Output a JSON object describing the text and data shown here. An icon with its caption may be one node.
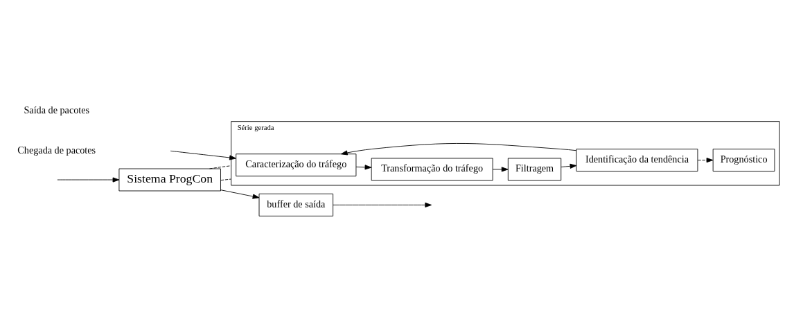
{
  "diagram": {
    "nodes": [
      {
        "text": [
          "Sistema ProgCon"
        ]
      },
      {
        "text": [
          "buffer de saída"
        ]
      },
      {
        "text": [
          "Série gerada"
        ]
      },
      {
        "text": [
          "Caracterização do tráfego"
        ],
        "in": 2
      },
      {
        "text": [
          "Transformação do tráfego"
        ],
        "in": 2
      },
      {
        "text": [
          "Filtragem"
        ],
        "in": 2
      },
      {
        "text": [
          "Identificação da tendência"
        ],
        "in": 2
      },
      {
        "text": [
          "Prognóstico"
        ],
        "in": 2
      }
    ],
    "edges": [
      {
        "from": null,
        "to": 0,
        "arrow": "to"
      },
      {
        "from": 0,
        "to": 1,
        "arrow": "to"
      },
      {
        "from": 1,
        "to": null,
        "arrow": "to"
      },
      {
        "from": 0,
        "to": 2,
        "arrow": "none",
        "style": "dashed"
      },
      {
        "from": 0,
        "to": 2,
        "arrow": "none",
        "style": "dashed"
      },
      {
        "from": null,
        "to": 3,
        "arrow": "to"
      },
      {
        "from": 3,
        "to": 4,
        "arrow": "to"
      },
      {
        "from": 4,
        "to": 5,
        "arrow": "to"
      },
      {
        "from": 5,
        "to": 6,
        "arrow": "to"
      },
      {
        "from": 6,
        "to": 7,
        "arrow": "to",
        "style": "dashed"
      },
      {
        "from": 6,
        "to": 3,
        "arrow": "to"
      }
    ],
    "labels": [
      "Chegada de pacotes",
      "Saída de pacotes"
    ]
  }
}
